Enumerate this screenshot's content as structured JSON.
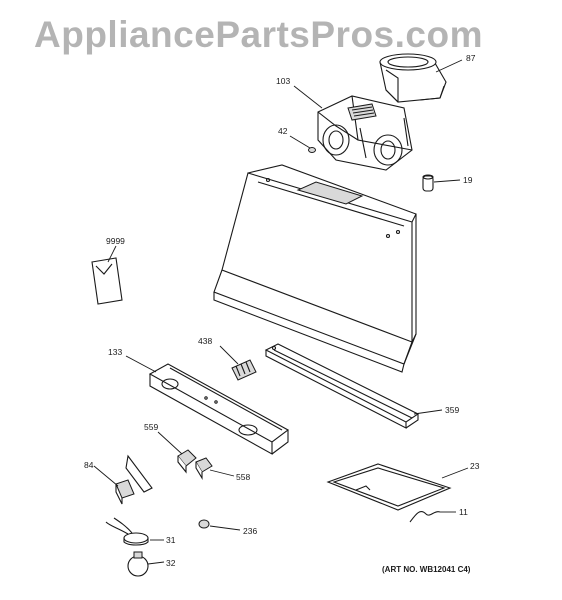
{
  "watermark": "AppliancePartsPros.com",
  "art_number": "(ART NO. WB12041 C4)",
  "parts": {
    "p87": "87",
    "p103": "103",
    "p42": "42",
    "p19": "19",
    "p9999": "9999",
    "p438": "438",
    "p133": "133",
    "p359": "359",
    "p559": "559",
    "p558": "558",
    "p84": "84",
    "p23": "23",
    "p11": "11",
    "p236": "236",
    "p31": "31",
    "p32": "32"
  }
}
